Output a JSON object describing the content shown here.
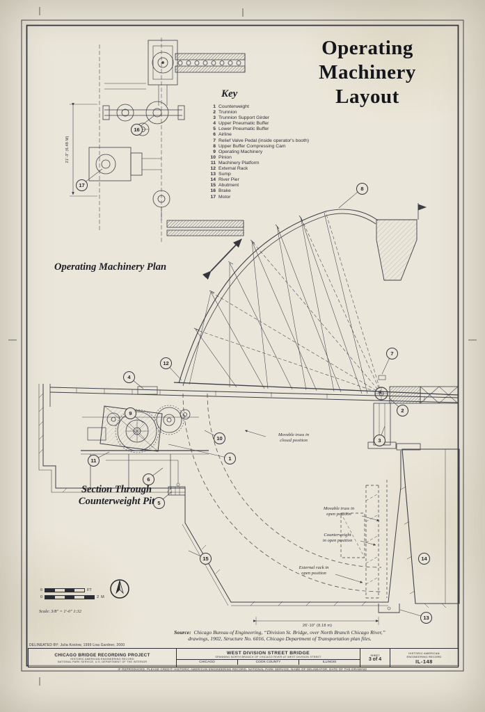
{
  "title": {
    "line1": "Operating",
    "line2": "Machinery",
    "line3": "Layout"
  },
  "key": {
    "heading": "Key",
    "items": [
      {
        "num": "1",
        "label": "Counterweight"
      },
      {
        "num": "2",
        "label": "Trunnion"
      },
      {
        "num": "3",
        "label": "Trunnion Support Girder"
      },
      {
        "num": "4",
        "label": "Upper Pneumatic Buffer"
      },
      {
        "num": "5",
        "label": "Lower Pneumatic Buffer"
      },
      {
        "num": "6",
        "label": "Airline"
      },
      {
        "num": "7",
        "label": "Relief Valve Pedal (inside operator's booth)"
      },
      {
        "num": "8",
        "label": "Upper Buffer Compressing Cam"
      },
      {
        "num": "9",
        "label": "Operating Machinery"
      },
      {
        "num": "10",
        "label": "Pinion"
      },
      {
        "num": "11",
        "label": "Machinery Platform"
      },
      {
        "num": "12",
        "label": "External Rack"
      },
      {
        "num": "13",
        "label": "Sump"
      },
      {
        "num": "14",
        "label": "River Pier"
      },
      {
        "num": "15",
        "label": "Abutment"
      },
      {
        "num": "16",
        "label": "Brake"
      },
      {
        "num": "17",
        "label": "Motor"
      }
    ]
  },
  "labels": {
    "plan": "Operating Machinery Plan",
    "section_line1": "Section Through",
    "section_line2": "Counterweight Pit"
  },
  "annotations": {
    "closed_l1": "Movable truss in",
    "closed_l2": "closed position",
    "open_truss_l1": "Movable truss in",
    "open_truss_l2": "open position",
    "cw_open_l1": "Counterweight",
    "cw_open_l2": "in open position",
    "rack_open_l1": "External rack in",
    "rack_open_l2": "open position"
  },
  "dimensions": {
    "vertical": "21'-3\" (6.48 M)",
    "horizontal": "26'-10\"  (8.18 m)"
  },
  "scale": {
    "zero": "0",
    "ft": "FT",
    "two": "2",
    "m": "M",
    "text": "Scale: 3/8\" = 1'-0\"   1:32"
  },
  "source": {
    "prefix": "Source:",
    "line1": "Chicago Bureau of Engineering, “Division St. Bridge, over North Branch Chicago River,”",
    "line2": "drawings, 1902, Structure No. 6016, Chicago Department of Transportation plan files."
  },
  "credits": {
    "delineated": "DELINEATED BY:  Julia Koslow, 1999    Lisa Gardner, 2000"
  },
  "titleblock": {
    "project": "CHICAGO BRIDGE RECORDING PROJECT",
    "project_sub1": "HISTORIC AMERICAN ENGINEERING RECORD",
    "project_sub2": "NATIONAL PARK SERVICE, U.S. DEPARTMENT OF THE INTERIOR",
    "bridge_name": "WEST DIVISION STREET BRIDGE",
    "bridge_sub": "SPANNING NORTH BRANCH OF CHICAGO RIVER AT WEST DIVISION STREET",
    "city": "CHICAGO",
    "county": "COOK COUNTY",
    "state": "ILLINOIS",
    "sheet_label": "SHEET",
    "sheet_num": "3 of 4",
    "record_label1": "HISTORIC AMERICAN",
    "record_label2": "ENGINEERING RECORD",
    "record_num": "IL-148",
    "footer": "IF REPRODUCED, PLEASE CREDIT: HISTORIC AMERICAN ENGINEERING RECORD, NATIONAL PARK SERVICE, NAME OF DELINEATOR, DATE OF THE DRAWING"
  },
  "balloons": {
    "b1": "1",
    "b2": "2",
    "b3": "3",
    "b4": "4",
    "b5": "5",
    "b6": "6",
    "b7": "7",
    "b8": "8",
    "b9": "9",
    "b10": "10",
    "b11": "11",
    "b12": "12",
    "b13": "13",
    "b14": "14",
    "b15": "15",
    "b16": "16",
    "b17": "17"
  }
}
